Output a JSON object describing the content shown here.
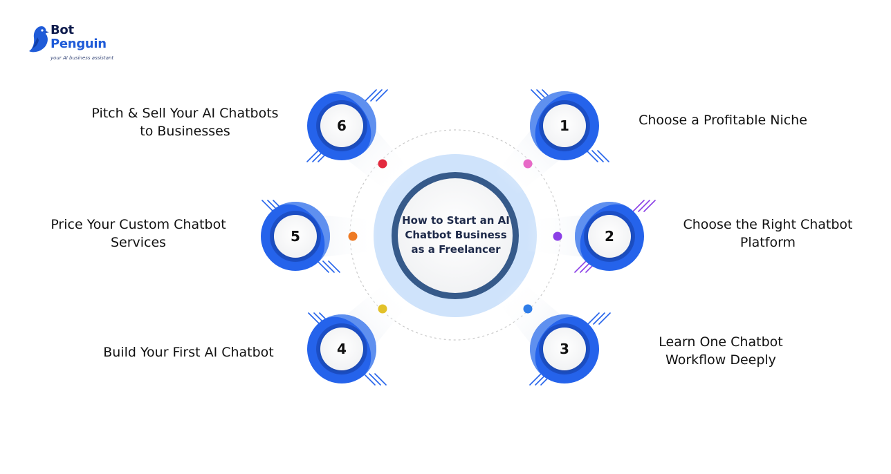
{
  "brand": {
    "name_line1": "Bot",
    "name_line2": "Penguin",
    "tagline": "your AI business assistant",
    "color": "#1f5bd8"
  },
  "center": {
    "title": "How to Start an AI Chatbot Business as a Freelancer"
  },
  "steps": [
    {
      "number": "1",
      "label_lines": [
        "Choose a Profitable Niche"
      ],
      "dot_color": "#e76ac7"
    },
    {
      "number": "2",
      "label_lines": [
        "Choose the Right Chatbot",
        "Platform"
      ],
      "dot_color": "#8b3fe6"
    },
    {
      "number": "3",
      "label_lines": [
        "Learn One Chatbot",
        "Workflow Deeply"
      ],
      "dot_color": "#2f7de8"
    },
    {
      "number": "4",
      "label_lines": [
        "Build Your First AI Chatbot"
      ],
      "dot_color": "#e2c12a"
    },
    {
      "number": "5",
      "label_lines": [
        "Price Your Custom Chatbot",
        "Services"
      ],
      "dot_color": "#ee7a24"
    },
    {
      "number": "6",
      "label_lines": [
        "Pitch & Sell Your AI Chatbots",
        "to Businesses"
      ],
      "dot_color": "#e32a3e"
    }
  ],
  "colors": {
    "ring_blue": "#2563eb",
    "ring_light": "#cfe3fb",
    "ring_dark": "#365a8a"
  }
}
